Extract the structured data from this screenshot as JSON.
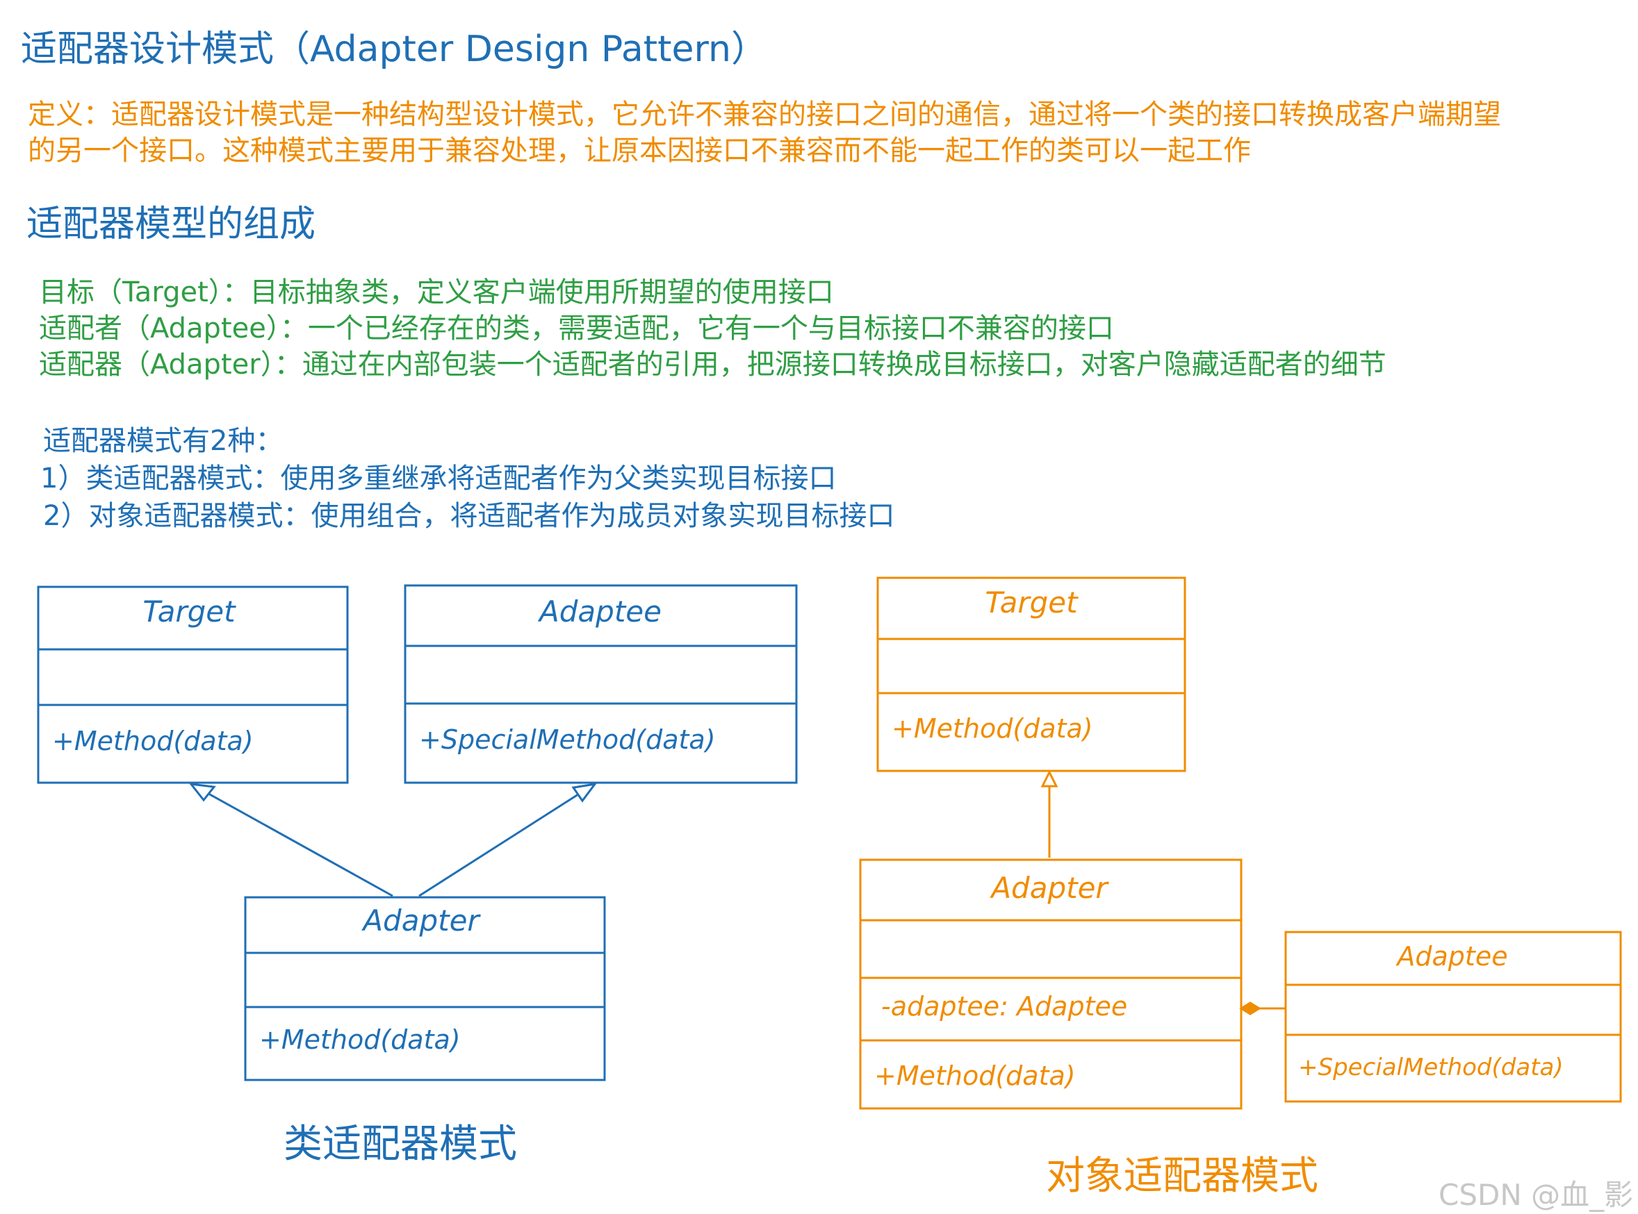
{
  "title": "适配器设计模式（Adapter Design Pattern）",
  "definition": {
    "line1": "定义：适配器设计模式是一种结构型设计模式，它允许不兼容的接口之间的通信，通过将一个类的接口转换成客户端期望",
    "line2": "的另一个接口。这种模式主要用于兼容处理，让原本因接口不兼容而不能一起工作的类可以一起工作"
  },
  "components_heading": "适配器模型的组成",
  "components": [
    "目标（Target）：目标抽象类，定义客户端使用所期望的使用接口",
    "适配者（Adaptee）：一个已经存在的类，需要适配，它有一个与目标接口不兼容的接口",
    "适配器（Adapter）：通过在内部包装一个适配者的引用，把源接口转换成目标接口，对客户隐藏适配者的细节"
  ],
  "types": {
    "heading": "适配器模式有2种：",
    "item1": "1）类适配器模式：使用多重继承将适配者作为父类实现目标接口",
    "item2": "2）对象适配器模式：使用组合，将适配者作为成员对象实现目标接口"
  },
  "class_diagram": {
    "caption": "类适配器模式",
    "target": {
      "name": "Target",
      "method": "+Method(data)"
    },
    "adaptee": {
      "name": "Adaptee",
      "method": "+SpecialMethod(data)"
    },
    "adapter": {
      "name": "Adapter",
      "method": "+Method(data)"
    }
  },
  "object_diagram": {
    "caption": "对象适配器模式",
    "target": {
      "name": "Target",
      "method": "+Method(data)"
    },
    "adapter": {
      "name": "Adapter",
      "field": "-adaptee: Adaptee",
      "method": "+Method(data)"
    },
    "adaptee": {
      "name": "Adaptee",
      "method": "+SpecialMethod(data)"
    }
  },
  "watermark": "CSDN @血_影",
  "colors": {
    "blue": "#1f6fb5",
    "orange": "#f08c00",
    "green": "#2f9e44",
    "watermark": "#c7c7c7"
  }
}
